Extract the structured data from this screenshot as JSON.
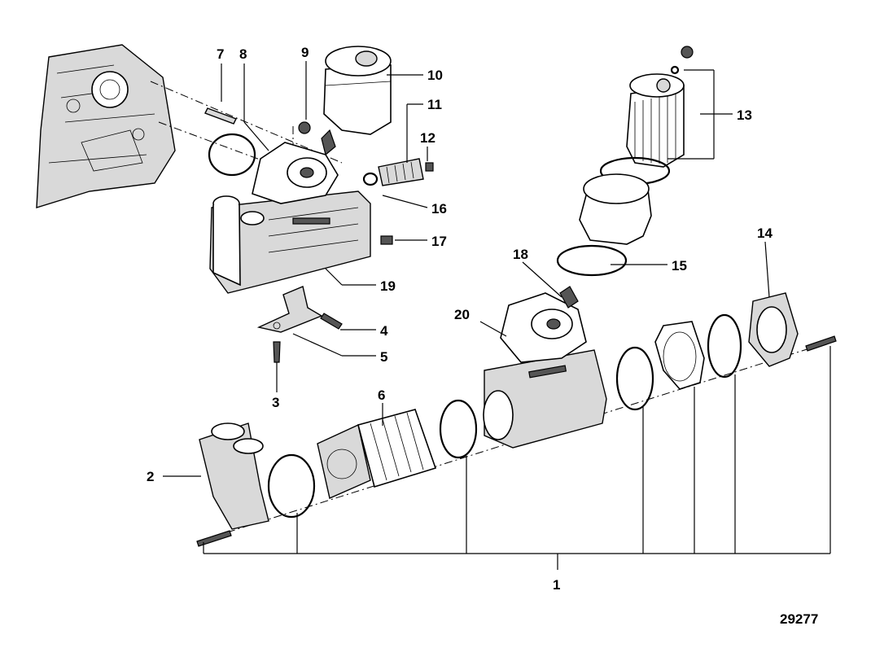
{
  "callouts": {
    "c1": "1",
    "c2": "2",
    "c3": "3",
    "c4": "4",
    "c5": "5",
    "c6": "6",
    "c7": "7",
    "c8": "8",
    "c9": "9",
    "c10": "10",
    "c11": "11",
    "c12": "12",
    "c13": "13",
    "c14": "14",
    "c15": "15",
    "c16": "16",
    "c17": "17",
    "c18": "18",
    "c19": "19",
    "c20": "20"
  },
  "figure_number": "29277"
}
